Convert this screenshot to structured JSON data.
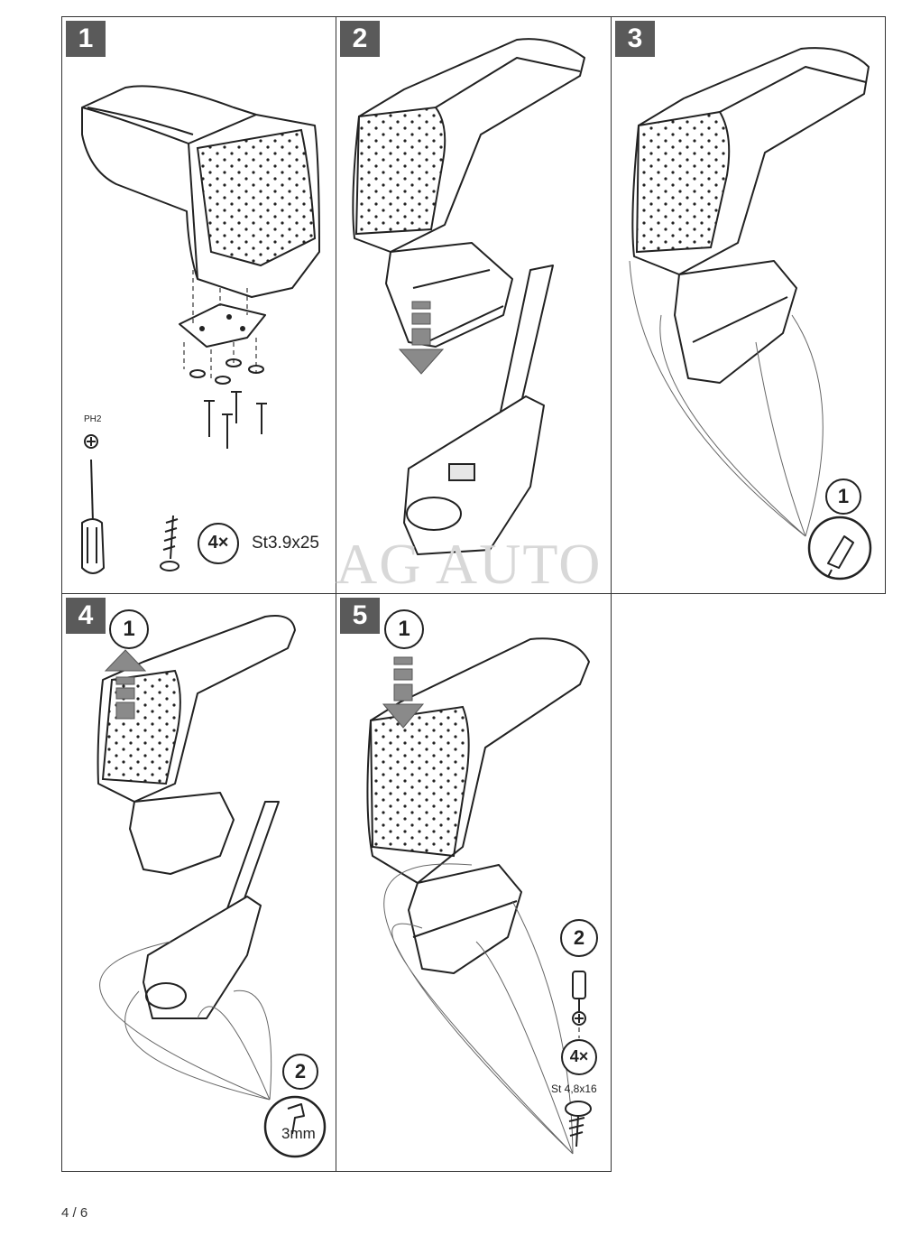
{
  "steps": [
    {
      "number": "1"
    },
    {
      "number": "2"
    },
    {
      "number": "3"
    },
    {
      "number": "4"
    },
    {
      "number": "5"
    }
  ],
  "step1": {
    "screwdriver_type": "PH2",
    "quantity": "4×",
    "screw_spec": "St3.9x25"
  },
  "step3": {
    "sub_step": "1"
  },
  "step4": {
    "sub_step_1": "1",
    "sub_step_2": "2",
    "drill_size": "3mm"
  },
  "step5": {
    "sub_step_1": "1",
    "sub_step_2": "2",
    "quantity": "4×",
    "screw_spec": "St 4,8x16"
  },
  "watermark": "AG AUTO",
  "page_number": "4 / 6",
  "icons": {
    "armrest": "armrest-illustration",
    "screw": "screw-icon",
    "screwdriver": "screwdriver-icon",
    "drill": "drill-icon",
    "arrow_down": "arrow-down-icon",
    "arrow_up": "arrow-up-icon",
    "glue_hand": "glue-hand-icon"
  }
}
